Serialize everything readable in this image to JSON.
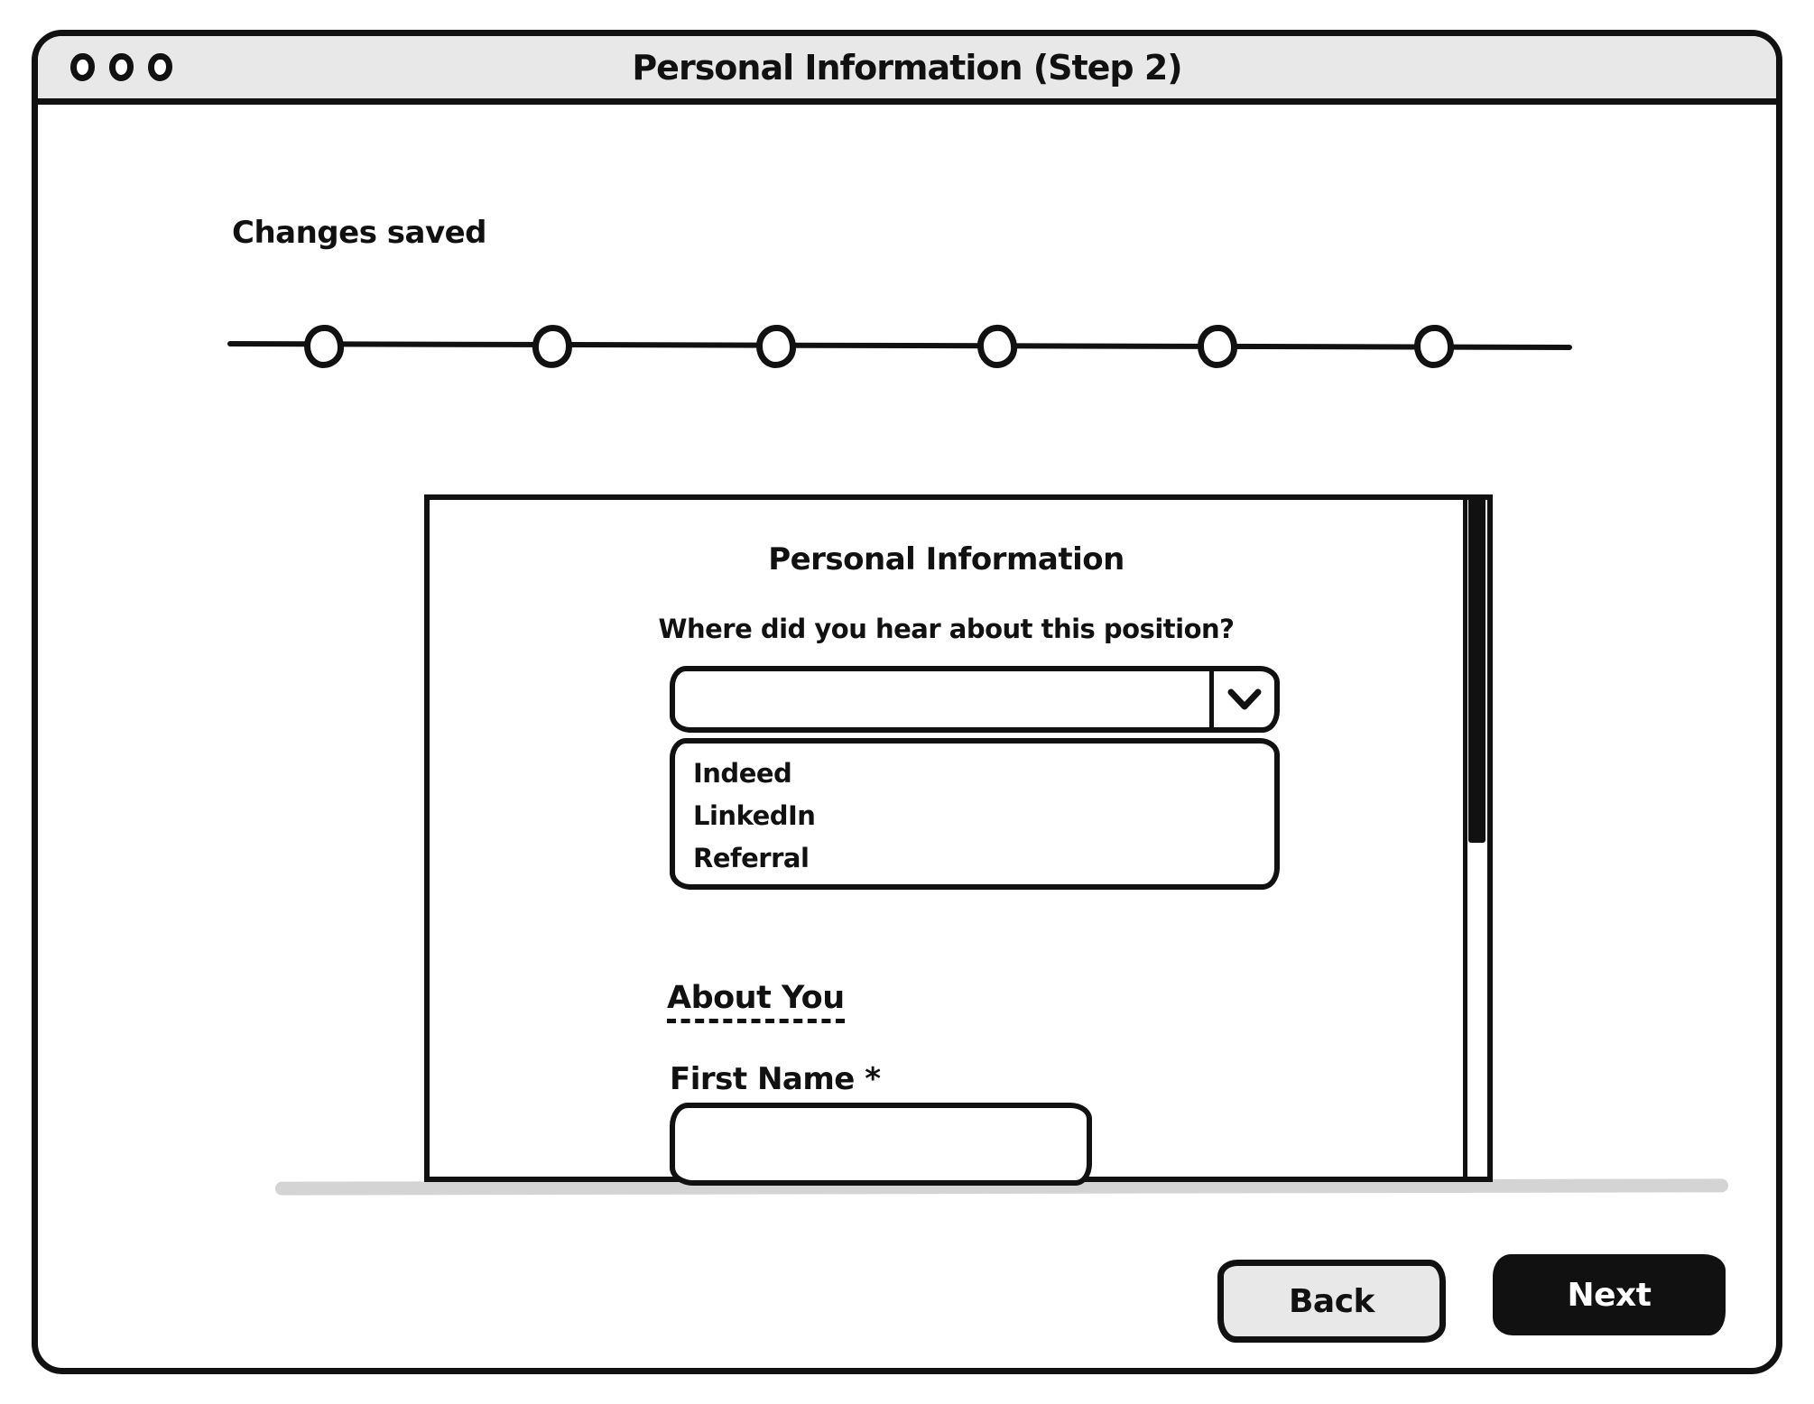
{
  "window": {
    "title": "Personal Information (Step 2)",
    "traffic_lights": [
      "close",
      "minimize",
      "maximize"
    ]
  },
  "status_message": "Changes saved",
  "stepper": {
    "step_count": 6,
    "current_step": 2
  },
  "form": {
    "heading": "Personal Information",
    "source_question": {
      "label": "Where did you hear about this position?",
      "selected_value": "",
      "options": [
        "Indeed",
        "LinkedIn",
        "Referral"
      ]
    },
    "about_section": {
      "heading": "About You",
      "first_name": {
        "label": "First Name *",
        "value": "",
        "placeholder": ""
      }
    }
  },
  "footer": {
    "back_label": "Back",
    "next_label": "Next"
  },
  "colors": {
    "ink": "#111111",
    "titlebar_gray": "#e8e8e8",
    "next_button": "#111111",
    "card_shadow": "#d4d4d4"
  }
}
